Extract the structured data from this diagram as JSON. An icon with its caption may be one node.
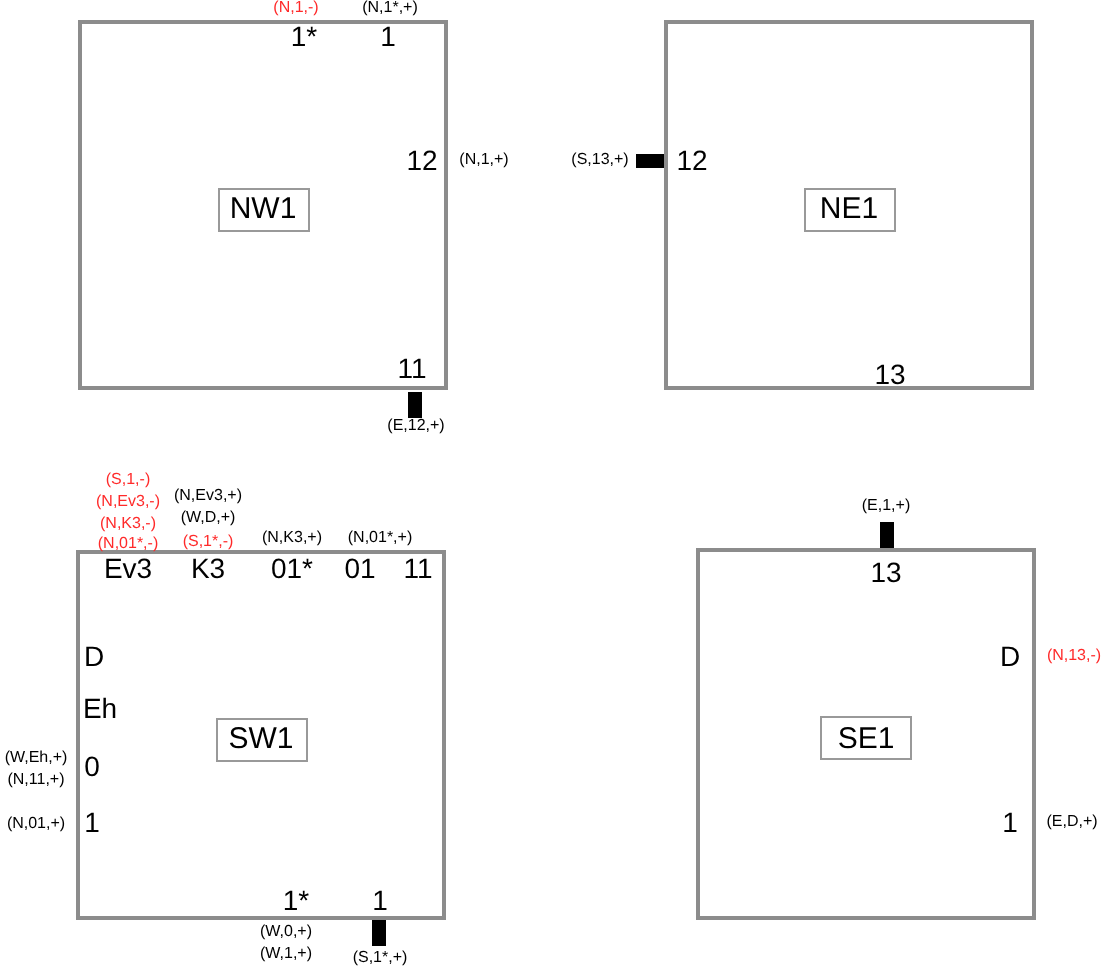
{
  "diagram": {
    "nodes": [
      {
        "text": [],
        "shape": "box"
      },
      {
        "text": [
          "NW1"
        ],
        "in": 0
      },
      {
        "text": [],
        "shape": "box"
      },
      {
        "text": [
          "NE1"
        ],
        "in": 2
      },
      {
        "text": [],
        "shape": "box"
      },
      {
        "text": [
          "SW1"
        ],
        "in": 4
      },
      {
        "text": [],
        "shape": "box"
      },
      {
        "text": [
          "SE1"
        ],
        "in": 6
      }
    ],
    "labels": [
      "(N,1,-)",
      "(N,1*,+)",
      "1*",
      "1",
      "12",
      "(N,1,+)",
      "(S,13,+)",
      "12",
      "11",
      "13",
      "(E,12,+)",
      "(S,1,-)",
      "(N,Ev3,-)",
      "(N,Ev3,+)",
      "(N,K3,-)",
      "(W,D,+)",
      "(E,1,+)",
      "(N,01*,-)",
      "(S,1*,-)",
      "(N,K3,+)",
      "(N,01*,+)",
      "Ev3",
      "K3",
      "01*",
      "01",
      "11",
      "13",
      "D",
      "D",
      "(N,13,-)",
      "Eh",
      "(W,Eh,+)",
      "0",
      "(N,11,+)",
      "(N,01,+)",
      "1",
      "1",
      "(E,D,+)",
      "1*",
      "1",
      "(W,0,+)",
      "(W,1,+)",
      "(S,1*,+)"
    ]
  }
}
